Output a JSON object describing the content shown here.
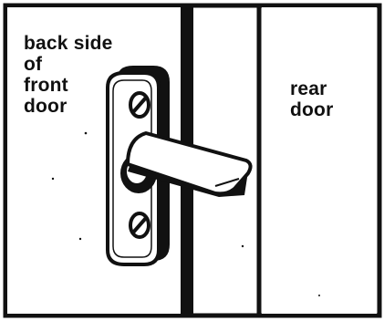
{
  "labels": {
    "front_door": "back side\nof\nfront\ndoor",
    "rear_door": "rear\ndoor"
  },
  "colors": {
    "ink": "#111111",
    "paper": "#ffffff"
  },
  "parts": {
    "front_door": "front-door-panel",
    "rear_door": "rear-door-panel",
    "latch_plate": "latch-mounting-plate",
    "latch_lever": "latch-lever-arm",
    "door_gap": "door-gap-divider"
  }
}
